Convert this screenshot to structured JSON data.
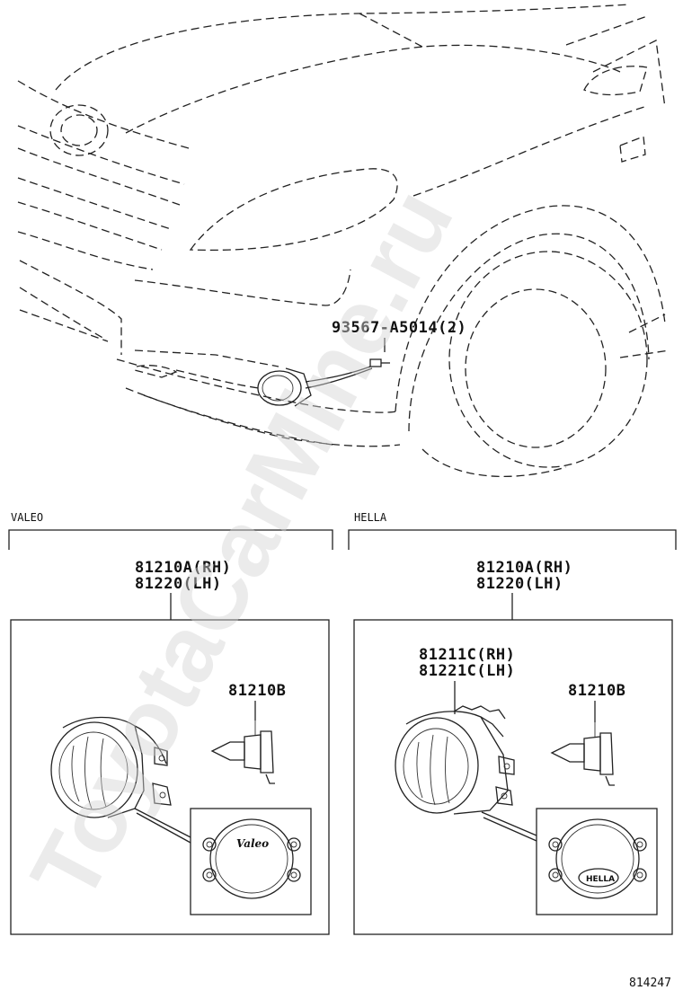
{
  "watermark": "ToyotaCarMine.ru",
  "fastener": {
    "part_no": "93567-A5014(2)"
  },
  "sections": [
    {
      "vendor": "VALEO",
      "assembly": {
        "line1": "81210A(RH)",
        "line2": "81220(LH)"
      },
      "bulb": "81210B",
      "logo_text": "Valeo"
    },
    {
      "vendor": "HELLA",
      "assembly": {
        "line1": "81210A(RH)",
        "line2": "81220(LH)"
      },
      "sub_part": {
        "line1": "81211C(RH)",
        "line2": "81221C(LH)"
      },
      "bulb": "81210B",
      "logo_text": "HELLA"
    }
  ],
  "figure_no": "814247"
}
